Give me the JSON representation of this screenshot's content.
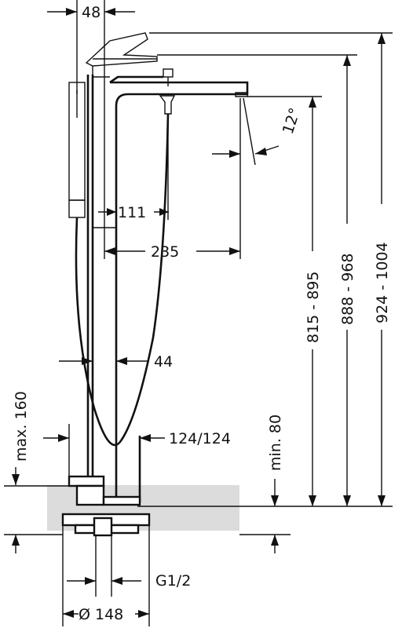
{
  "labels": {
    "width_48": "48",
    "dim_111": "111",
    "dim_235": "235",
    "angle": "12°",
    "dim_44": "44",
    "dim_124": "124/124",
    "max_160": "max. 160",
    "min_80": "min. 80",
    "range_815": "815 - 895",
    "range_888": "888 - 968",
    "range_924": "924 - 1004",
    "thread": "G1/2",
    "diameter": "Ø 148"
  },
  "colors": {
    "line": "#111111",
    "floor": "#dcdcdc"
  }
}
